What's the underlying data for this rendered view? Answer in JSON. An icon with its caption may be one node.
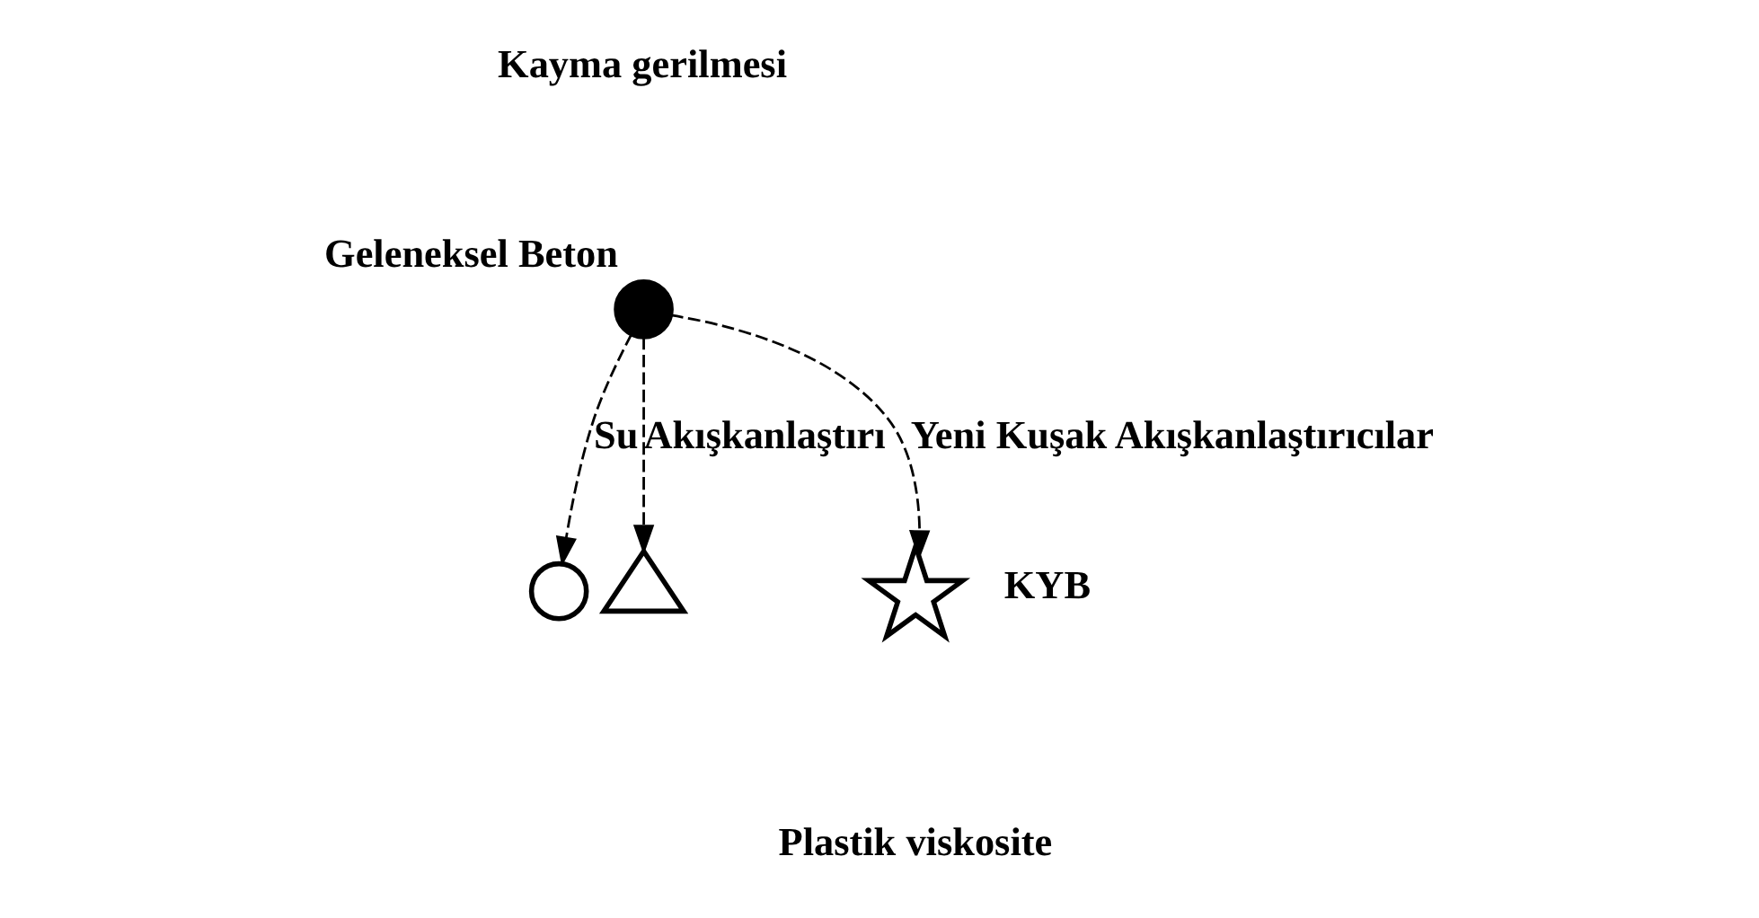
{
  "diagram": {
    "nodes": [
      {
        "text": [],
        "shape": "circle",
        "beside": [
          "Geleneksel Beton"
        ]
      },
      {
        "text": [],
        "shape": "circle"
      },
      {
        "text": [],
        "shape": "triangle"
      },
      {
        "text": [],
        "shape": "star",
        "beside": [
          "KYB"
        ]
      }
    ],
    "edges": [
      {
        "from": 0,
        "to": 1,
        "arrow": "to",
        "style": "dashed",
        "label": "Su"
      },
      {
        "from": 0,
        "to": 2,
        "arrow": "to",
        "style": "dashed",
        "label": "Akışkanlaştırı"
      },
      {
        "from": 0,
        "to": 3,
        "arrow": "to",
        "style": "dashed",
        "label": "Yeni Kuşak Akışkanlaştırıcılar"
      }
    ],
    "labels": [
      "Kayma gerilmesi",
      "Plastik viskosite"
    ]
  }
}
